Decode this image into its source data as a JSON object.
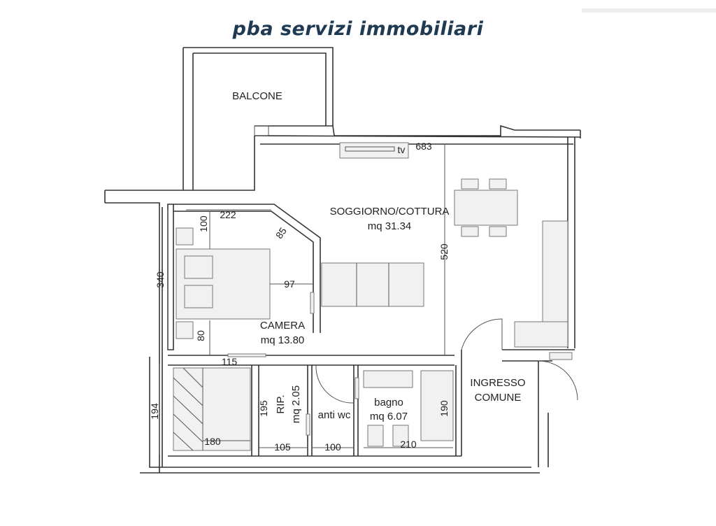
{
  "header": {
    "brand": "pba servizi immobiliari",
    "brand_color": "#1f3a52"
  },
  "rooms": {
    "balcone": "BALCONE",
    "soggiorno_name": "SOGGIORNO/COTTURA",
    "soggiorno_area": "mq 31.34",
    "camera_name": "CAMERA",
    "camera_area": "mq 13.80",
    "rip_name": "RIP.",
    "rip_area": "mq 2.05",
    "antiwc": "anti wc",
    "bagno_name": "bagno",
    "bagno_area": "mq 6.07",
    "ingresso_line1": "INGRESSO",
    "ingresso_line2": "COMUNE",
    "tv": "tv"
  },
  "dimensions": {
    "d683": "683",
    "d222": "222",
    "d100": "100",
    "d85": "85",
    "d97": "97",
    "d520": "520",
    "d340": "340",
    "d80": "80",
    "d115": "115",
    "d194": "194",
    "d195": "195",
    "d190": "190",
    "d180": "180",
    "d105": "105",
    "d100b": "100",
    "d210": "210"
  }
}
